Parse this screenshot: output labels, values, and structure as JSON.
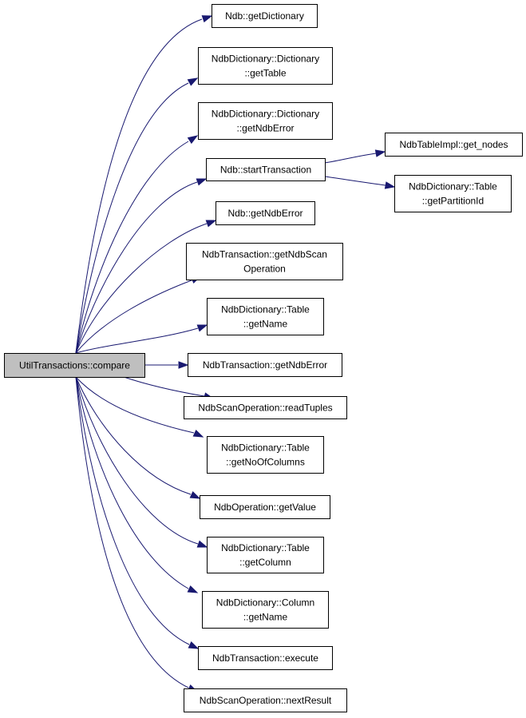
{
  "root": {
    "id": "compare",
    "lines": [
      "UtilTransactions::compare"
    ]
  },
  "nodes": [
    {
      "id": "getDictionary",
      "lines": [
        "Ndb::getDictionary"
      ]
    },
    {
      "id": "dict_getTable",
      "lines": [
        "NdbDictionary::Dictionary",
        "::getTable"
      ]
    },
    {
      "id": "dict_getNdbError",
      "lines": [
        "NdbDictionary::Dictionary",
        "::getNdbError"
      ]
    },
    {
      "id": "startTransaction",
      "lines": [
        "Ndb::startTransaction"
      ]
    },
    {
      "id": "get_nodes",
      "lines": [
        "NdbTableImpl::get_nodes"
      ]
    },
    {
      "id": "getPartitionId",
      "lines": [
        "NdbDictionary::Table",
        "::getPartitionId"
      ]
    },
    {
      "id": "ndb_getNdbError",
      "lines": [
        "Ndb::getNdbError"
      ]
    },
    {
      "id": "getNdbScanOperation",
      "lines": [
        "NdbTransaction::getNdbScan",
        "Operation"
      ]
    },
    {
      "id": "table_getName",
      "lines": [
        "NdbDictionary::Table",
        "::getName"
      ]
    },
    {
      "id": "trans_getNdbError",
      "lines": [
        "NdbTransaction::getNdbError"
      ]
    },
    {
      "id": "readTuples",
      "lines": [
        "NdbScanOperation::readTuples"
      ]
    },
    {
      "id": "getNoOfColumns",
      "lines": [
        "NdbDictionary::Table",
        "::getNoOfColumns"
      ]
    },
    {
      "id": "getValue",
      "lines": [
        "NdbOperation::getValue"
      ]
    },
    {
      "id": "getColumn",
      "lines": [
        "NdbDictionary::Table",
        "::getColumn"
      ]
    },
    {
      "id": "column_getName",
      "lines": [
        "NdbDictionary::Column",
        "::getName"
      ]
    },
    {
      "id": "execute",
      "lines": [
        "NdbTransaction::execute"
      ]
    },
    {
      "id": "nextResult",
      "lines": [
        "NdbScanOperation::nextResult"
      ]
    }
  ],
  "edges": [
    {
      "from": "compare",
      "to": "getDictionary"
    },
    {
      "from": "compare",
      "to": "dict_getTable"
    },
    {
      "from": "compare",
      "to": "dict_getNdbError"
    },
    {
      "from": "compare",
      "to": "startTransaction"
    },
    {
      "from": "compare",
      "to": "ndb_getNdbError"
    },
    {
      "from": "compare",
      "to": "getNdbScanOperation"
    },
    {
      "from": "compare",
      "to": "table_getName"
    },
    {
      "from": "compare",
      "to": "trans_getNdbError"
    },
    {
      "from": "compare",
      "to": "readTuples"
    },
    {
      "from": "compare",
      "to": "getNoOfColumns"
    },
    {
      "from": "compare",
      "to": "getValue"
    },
    {
      "from": "compare",
      "to": "getColumn"
    },
    {
      "from": "compare",
      "to": "column_getName"
    },
    {
      "from": "compare",
      "to": "execute"
    },
    {
      "from": "compare",
      "to": "nextResult"
    },
    {
      "from": "startTransaction",
      "to": "get_nodes"
    },
    {
      "from": "startTransaction",
      "to": "getPartitionId"
    }
  ],
  "colors": {
    "edge": "#191970",
    "root_fill": "#bfbfbf",
    "node_fill": "#ffffff",
    "node_border": "#000000"
  }
}
